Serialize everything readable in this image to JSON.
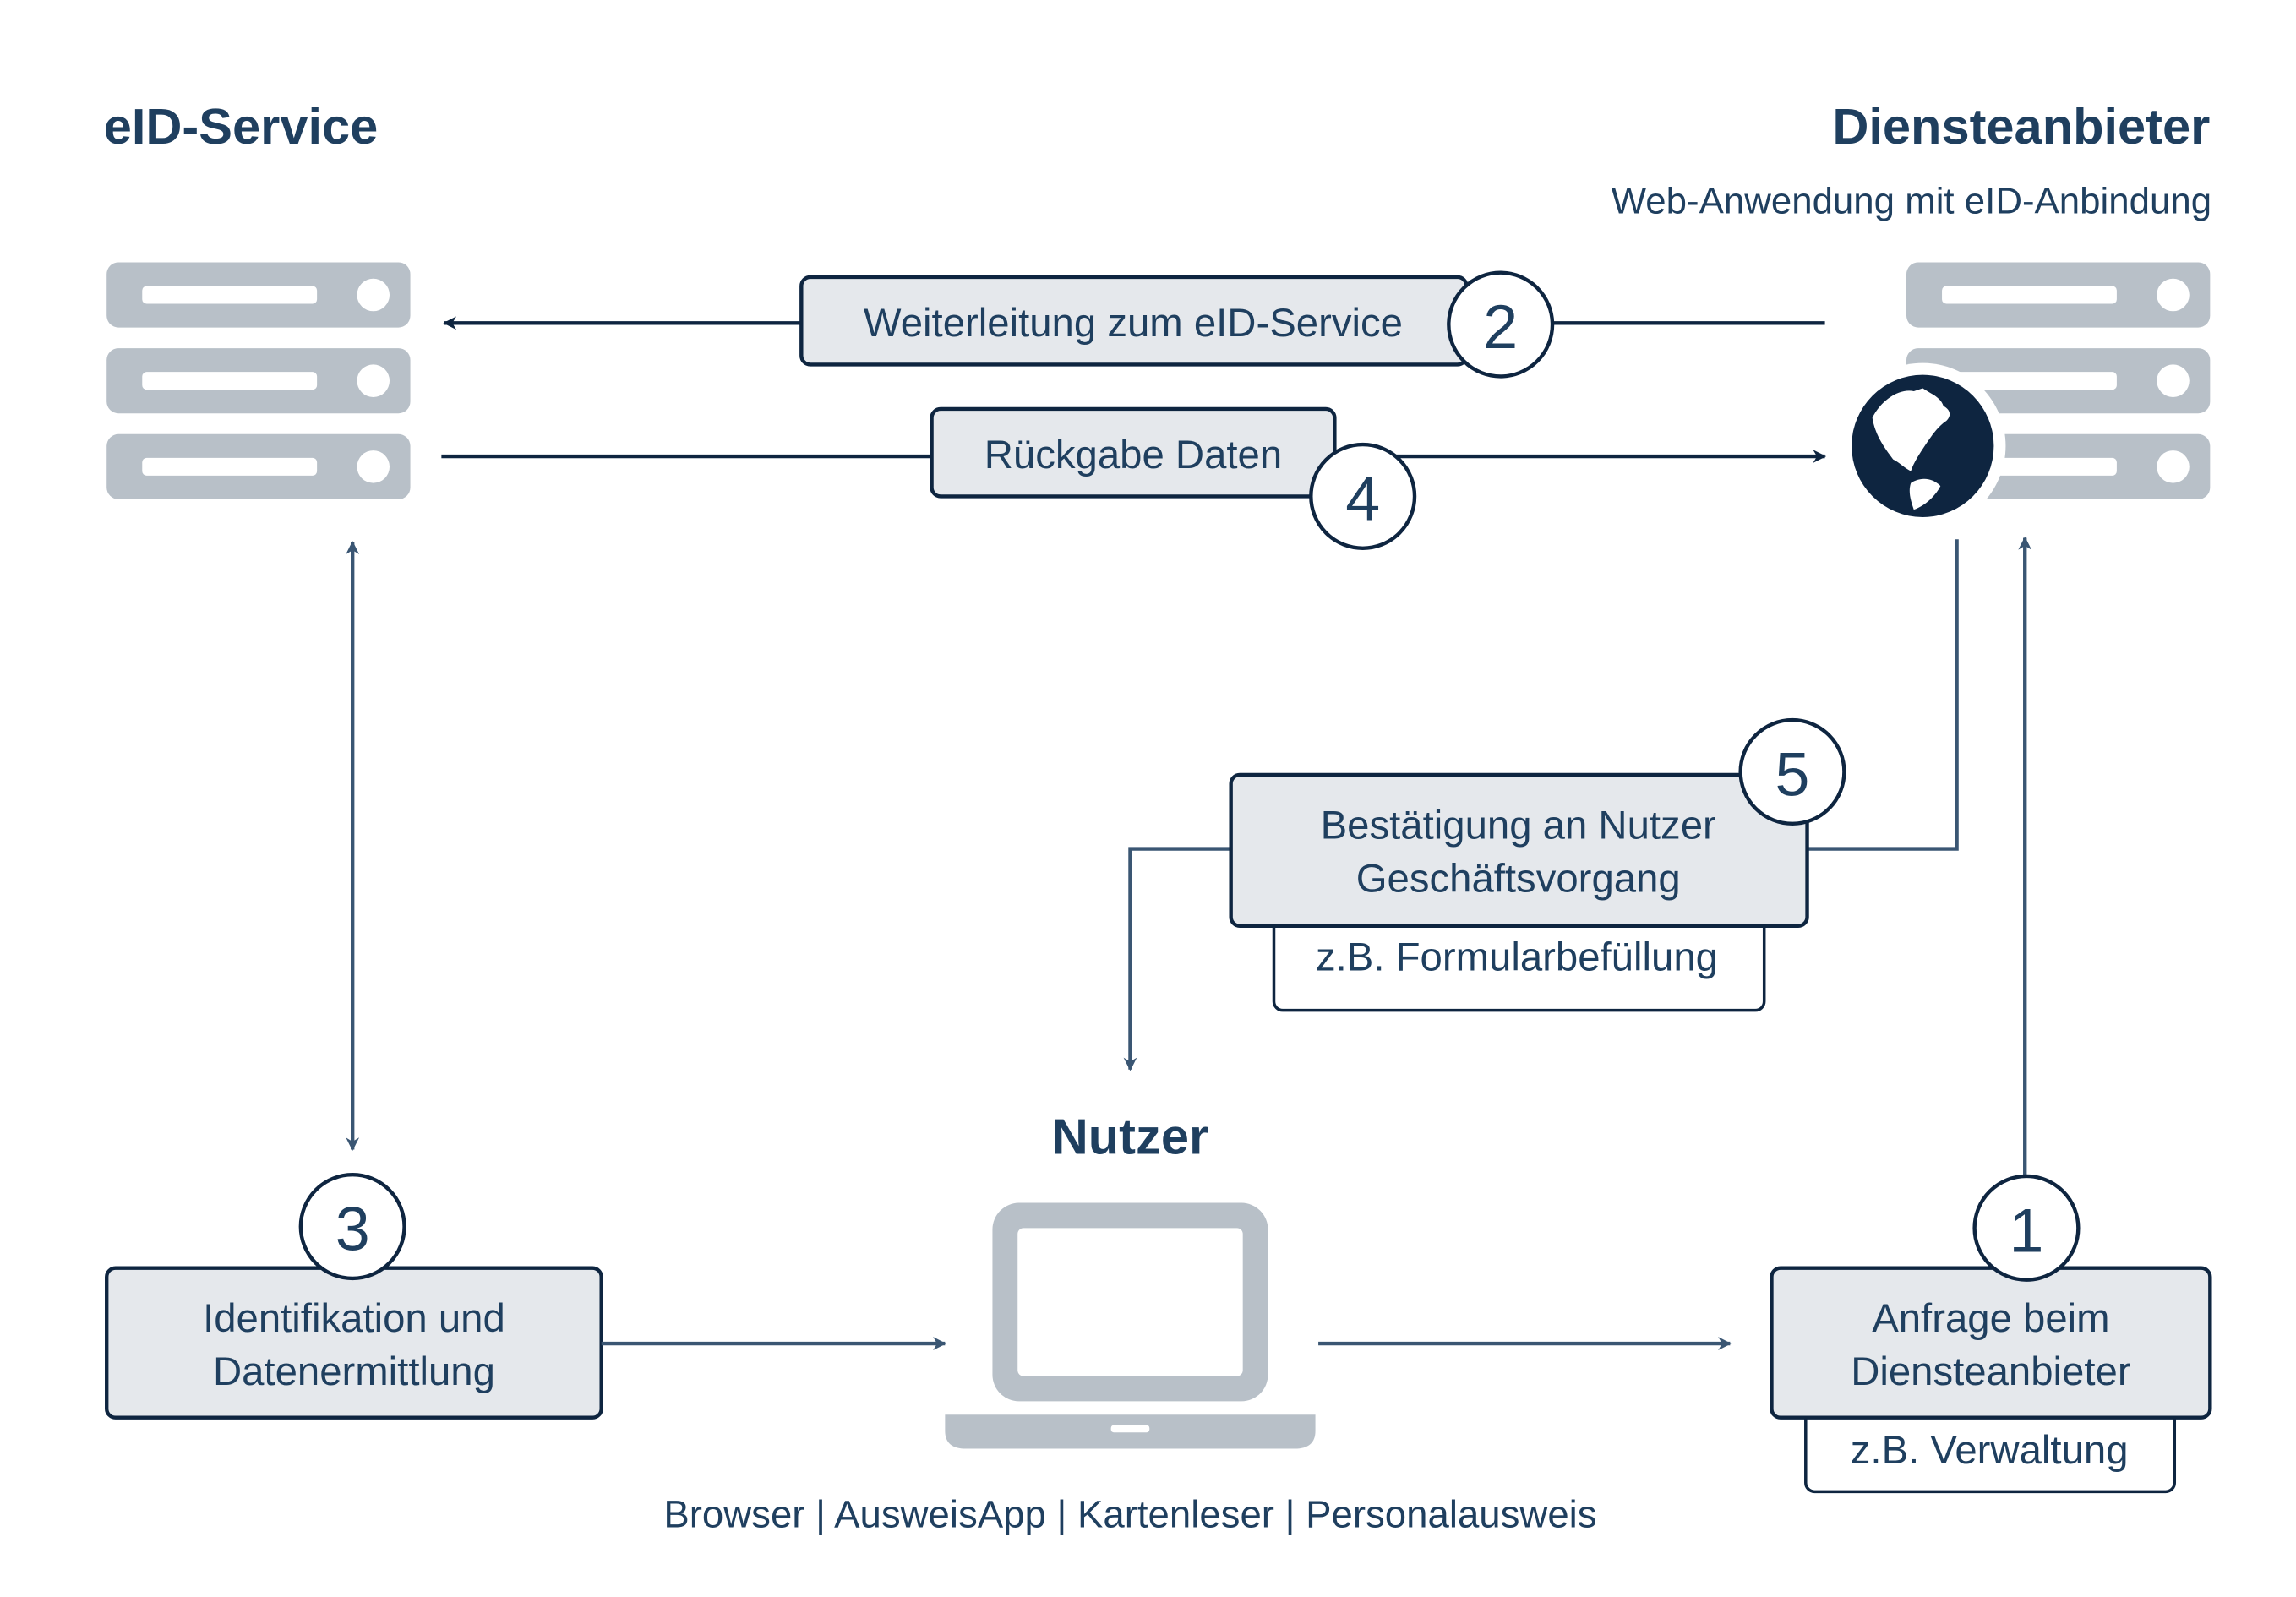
{
  "actors": {
    "eid_service": {
      "title": "eID-Service"
    },
    "service_provider": {
      "title": "Diensteanbieter",
      "subtitle": "Web-Anwendung mit eID-Anbindung"
    },
    "user": {
      "title": "Nutzer",
      "caption": "Browser | AusweisApp | Kartenleser | Personalausweis"
    }
  },
  "steps": [
    {
      "number": "1",
      "label_lines": [
        "Anfrage beim",
        "Diensteanbieter"
      ],
      "example": "z.B. Verwaltung"
    },
    {
      "number": "2",
      "label_lines": [
        "Weiterleitung zum eID-Service"
      ]
    },
    {
      "number": "3",
      "label_lines": [
        "Identifikation und",
        "Datenermittlung"
      ]
    },
    {
      "number": "4",
      "label_lines": [
        "Rückgabe Daten"
      ]
    },
    {
      "number": "5",
      "label_lines": [
        "Bestätigung an Nutzer",
        "Geschäftsvorgang"
      ],
      "example": "z.B. Formularbefüllung"
    }
  ],
  "icons": {
    "left_server": "server-icon",
    "right_server": "server-icon",
    "globe": "globe-icon",
    "laptop": "laptop-icon"
  },
  "colors": {
    "text": "#1f3f5f",
    "stroke": "#0e2540",
    "box_fill": "#e5e8ec",
    "icon_gray": "#b8c0c8",
    "globe": "#0e2540"
  }
}
